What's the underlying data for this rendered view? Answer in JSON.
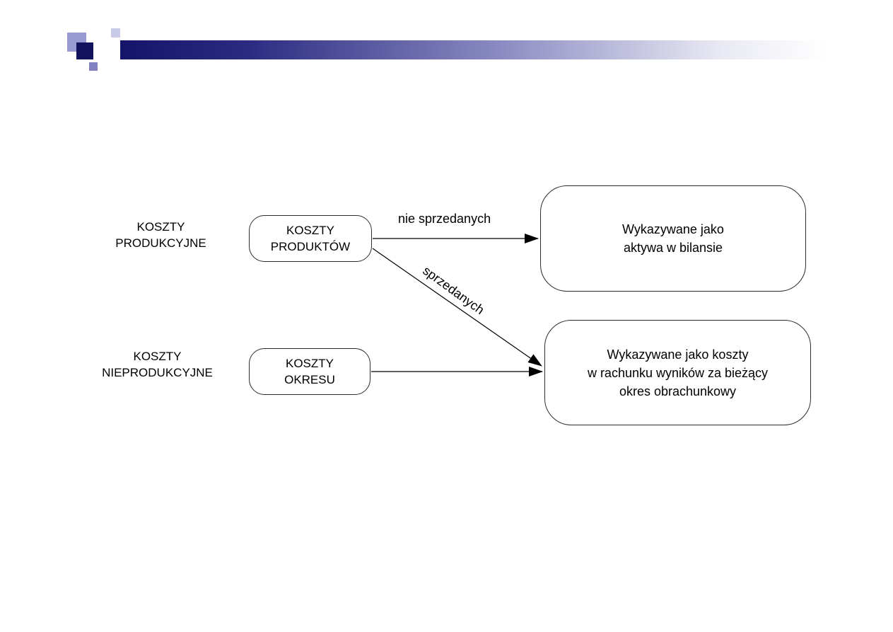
{
  "header": {
    "bar_gradient_start": "#14146a",
    "bar_gradient_end": "#ffffff",
    "squares": [
      {
        "name": "square-light",
        "color": "#9a9ad2"
      },
      {
        "name": "square-dark",
        "color": "#12125e"
      },
      {
        "name": "square-pale",
        "color": "#c9c9e8"
      },
      {
        "name": "square-mid",
        "color": "#8181c0"
      }
    ]
  },
  "diagram": {
    "left_labels": {
      "produkcyjne": "KOSZTY\nPRODUKCYJNE",
      "nieprodukcyjne": "KOSZTY\nNIEPRODUKCYJNE"
    },
    "nodes": {
      "koszty_produktow": "KOSZTY\nPRODUKTÓW",
      "koszty_okresu": "KOSZTY\nOKRESU"
    },
    "result_boxes": {
      "bilans": "Wykazywane jako\naktywa w bilansie",
      "rachunek": "Wykazywane jako koszty\nw rachunku wyników za bieżący\nokres obrachunkowy"
    },
    "edge_labels": {
      "nie_sprzedanych": "nie sprzedanych",
      "sprzedanych": "sprzedanych"
    },
    "line_color": "#000000"
  }
}
